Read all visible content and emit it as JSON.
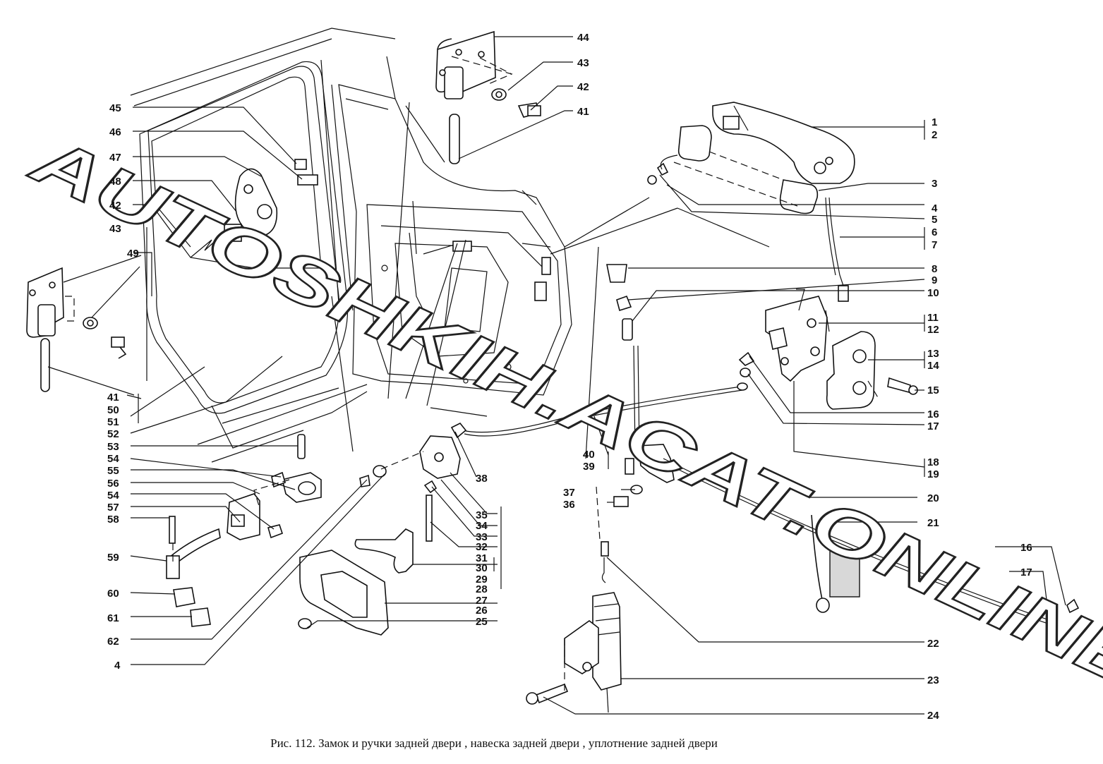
{
  "caption": "Рис. 112. Замок и ручки задней двери , навеска задней двери , уплотнение задней двери",
  "watermark": "AUTOSHKIH.ACAT.ONLINE",
  "callouts": {
    "c44": "44",
    "c43t": "43",
    "c42t": "42",
    "c41t": "41",
    "c1": "1",
    "c2": "2",
    "c3": "3",
    "c4r": "4",
    "c5": "5",
    "c6": "6",
    "c7": "7",
    "c8": "8",
    "c9": "9",
    "c10": "10",
    "c11": "11",
    "c12": "12",
    "c13": "13",
    "c14": "14",
    "c15": "15",
    "c16r": "16",
    "c17r": "17",
    "c18": "18",
    "c19": "19",
    "c20": "20",
    "c21": "21",
    "c16b": "16",
    "c17b": "17",
    "c22": "22",
    "c23": "23",
    "c24": "24",
    "c45": "45",
    "c46": "46",
    "c47": "47",
    "c48": "48",
    "c42l": "42",
    "c43l": "43",
    "c49": "49",
    "c41l": "41",
    "c50": "50",
    "c51": "51",
    "c52": "52",
    "c53": "53",
    "c54a": "54",
    "c55": "55",
    "c56": "56",
    "c54b": "54",
    "c57": "57",
    "c58": "58",
    "c59": "59",
    "c60": "60",
    "c61": "61",
    "c62": "62",
    "c4l": "4",
    "c38": "38",
    "c35": "35",
    "c34": "34",
    "c33": "33",
    "c32": "32",
    "c31": "31",
    "c30": "30",
    "c29": "29",
    "c28": "28",
    "c27": "27",
    "c26": "26",
    "c25": "25",
    "c40": "40",
    "c39": "39",
    "c37": "37",
    "c36": "36"
  }
}
